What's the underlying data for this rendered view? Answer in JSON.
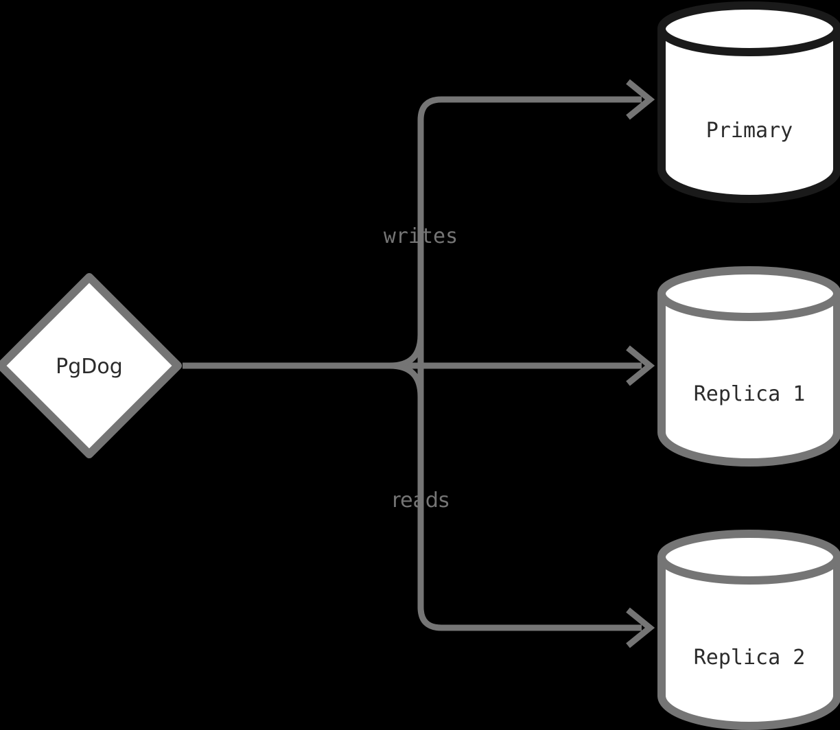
{
  "diagram": {
    "type": "flow-diagram",
    "background_color": "#000000",
    "nodes": [
      {
        "id": "pgdog",
        "shape": "diamond",
        "label": "PgDog",
        "label_font": "sans",
        "stroke_color": "#757575",
        "fill_color": "#ffffff"
      },
      {
        "id": "primary",
        "shape": "cylinder",
        "label": "Primary",
        "label_font": "mono",
        "stroke_color": "#1a1a1a",
        "fill_color": "#ffffff"
      },
      {
        "id": "replica1",
        "shape": "cylinder",
        "label": "Replica 1",
        "label_font": "mono",
        "stroke_color": "#757575",
        "fill_color": "#ffffff"
      },
      {
        "id": "replica2",
        "shape": "cylinder",
        "label": "Replica 2",
        "label_font": "mono",
        "stroke_color": "#757575",
        "fill_color": "#ffffff"
      }
    ],
    "edges": [
      {
        "id": "edge-writes",
        "from": "pgdog",
        "to": "primary",
        "label": "writes",
        "label_font": "mono",
        "stroke_color": "#757575",
        "arrowhead": "open-chevron"
      },
      {
        "id": "edge-reads-replica1",
        "from": "pgdog",
        "to": "replica1",
        "label": "",
        "stroke_color": "#757575",
        "arrowhead": "open-chevron"
      },
      {
        "id": "edge-reads-replica2",
        "from": "pgdog",
        "to": "replica2",
        "label": "reads",
        "label_font": "sans",
        "stroke_color": "#757575",
        "arrowhead": "open-chevron"
      }
    ]
  }
}
